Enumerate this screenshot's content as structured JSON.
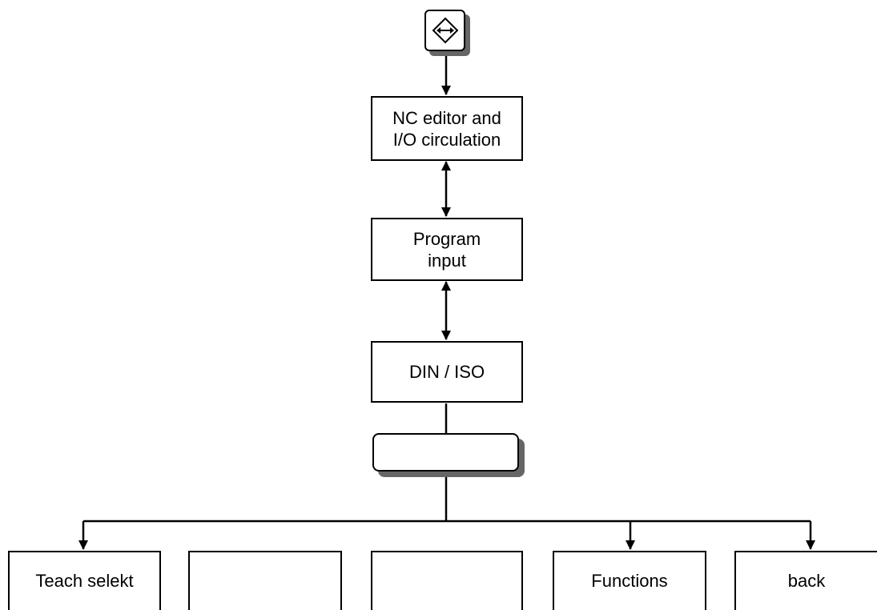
{
  "nodes": {
    "editor": "NC editor and\nI/O circulation",
    "program_input": "Program\ninput",
    "din_iso": "DIN / ISO",
    "menu_key": ""
  },
  "softkeys": [
    {
      "label": "Teach selekt"
    },
    {
      "label": ""
    },
    {
      "label": ""
    },
    {
      "label": "Functions"
    },
    {
      "label": "back"
    }
  ],
  "icons": {
    "top_key": "area-switch-arrows-icon"
  }
}
